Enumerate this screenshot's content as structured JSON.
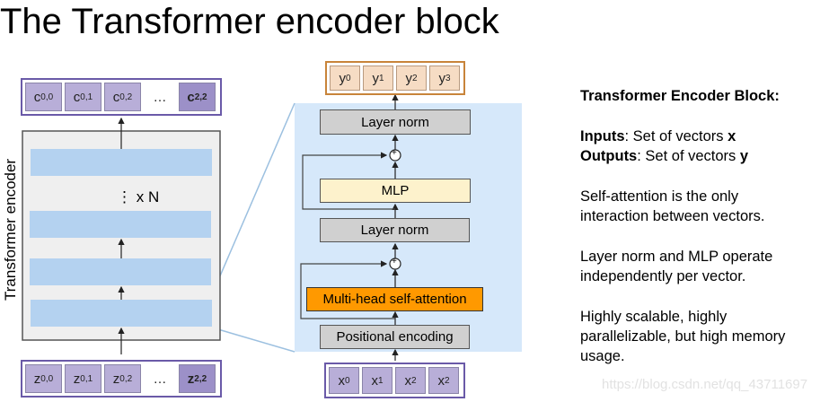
{
  "title": "The Transformer encoder block",
  "left_diagram": {
    "vertical_label": "Transformer encoder",
    "repeat_label": "⋮ x N",
    "output_tokens": [
      {
        "base": "c",
        "sub": "0,0"
      },
      {
        "base": "c",
        "sub": "0,1"
      },
      {
        "base": "c",
        "sub": "0,2"
      },
      {
        "base": "…",
        "sub": ""
      },
      {
        "base": "c",
        "sub": "2,2"
      }
    ],
    "input_tokens": [
      {
        "base": "z",
        "sub": "0,0"
      },
      {
        "base": "z",
        "sub": "0,1"
      },
      {
        "base": "z",
        "sub": "0,2"
      },
      {
        "base": "…",
        "sub": ""
      },
      {
        "base": "z",
        "sub": "2,2"
      }
    ]
  },
  "block_diagram": {
    "output_tokens": [
      {
        "base": "y",
        "sub": "0"
      },
      {
        "base": "y",
        "sub": "1"
      },
      {
        "base": "y",
        "sub": "2"
      },
      {
        "base": "y",
        "sub": "3"
      }
    ],
    "layers": {
      "layer_norm_top": "Layer norm",
      "mlp": "MLP",
      "layer_norm_mid": "Layer norm",
      "attention": "Multi-head self-attention",
      "positional": "Positional encoding"
    },
    "add_symbol": "+",
    "input_tokens": [
      {
        "base": "x",
        "sub": "0"
      },
      {
        "base": "x",
        "sub": "1"
      },
      {
        "base": "x",
        "sub": "2"
      },
      {
        "base": "x",
        "sub": "2"
      }
    ]
  },
  "colors": {
    "token_fill": "#b8aed8",
    "token_border": "#6a5aa8",
    "output_border": "#c8843a",
    "output_fill": "#f6dcc4",
    "panel_blue": "#d6e8fa",
    "layer_blue": "#b4d2f0",
    "layer_norm_gray": "#d0d0d0",
    "mlp_yellow": "#fdf2cc",
    "attention_orange": "#ff9900"
  },
  "side_text": {
    "heading": "Transformer Encoder Block:",
    "inputs_label": "Inputs",
    "inputs_text": ": Set of vectors ",
    "inputs_var": "x",
    "outputs_label": "Outputs",
    "outputs_text": ": Set of vectors ",
    "outputs_var": "y",
    "para1_line1": "Self-attention is the only",
    "para1_line2": "interaction between vectors.",
    "para2_line1": "Layer norm and MLP operate",
    "para2_line2": "independently per vector.",
    "para3_line1": "Highly scalable, highly",
    "para3_line2": "parallelizable, but high memory",
    "para3_line3": "usage."
  },
  "watermark": "https://blog.csdn.net/qq_43711697"
}
